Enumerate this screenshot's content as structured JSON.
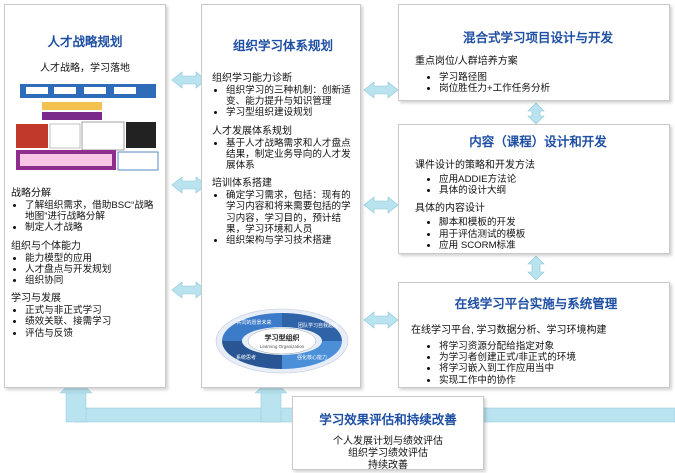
{
  "strategy": {
    "title": "人才战略规划",
    "subtitle": "人才战略，学习落地",
    "sections": [
      {
        "heading": "战略分解",
        "items": [
          "了解组织需求，借助BSC“战略地图”进行战略分解",
          "制定人才战略"
        ]
      },
      {
        "heading": "组织与个体能力",
        "items": [
          "能力模型的应用",
          "人才盘点与开发规划",
          "组织协同"
        ]
      },
      {
        "heading": "学习与发展",
        "items": [
          "正式与非正式学习",
          "绩效关联、接需学习",
          "评估与反馈"
        ]
      }
    ]
  },
  "system": {
    "title": "组织学习体系规划",
    "sections": [
      {
        "heading": "组织学习能力诊断",
        "items": [
          "组织学习的三种机制：创新适变、能力提升与知识管理",
          "学习型组织建设规划"
        ]
      },
      {
        "heading": "人才发展体系规划",
        "items": [
          "基于人才战略需求和人才盘点结果，制定业务导向的人才发展体系"
        ]
      },
      {
        "heading": "培训体系搭建",
        "items": [
          "确定学习需求，包括：现有的学习内容和将来需要包括的学习内容，学习目的，预计结果，学习环境和人员",
          "组织架构与学习技术搭建"
        ]
      }
    ],
    "cycle": {
      "center": "学习型组织",
      "center_en": "Learning Organization",
      "segments": [
        "共同的愿景未来",
        "团队学习自我超越",
        "系统思考",
        "强化核心能力"
      ]
    }
  },
  "blended": {
    "title": "混合式学习项目设计与开发",
    "sections": [
      {
        "heading": "重点岗位/人群培养方案",
        "items": [
          "学习路径图",
          "岗位胜任力+工作任务分析"
        ]
      }
    ]
  },
  "content": {
    "title": "内容（课程）设计和开发",
    "sections": [
      {
        "heading": "课件设计的策略和开发方法",
        "items": [
          "应用ADDIE方法论",
          "具体的设计大纲"
        ]
      },
      {
        "heading": "具体的内容设计",
        "items": [
          "脚本和模板的开发",
          "用于评估测试的模板",
          "应用 SCORM标准"
        ]
      }
    ]
  },
  "platform": {
    "title": "在线学习平台实施与系统管理",
    "sections": [
      {
        "heading": "在线学习平台, 学习数据分析、学习环境构建",
        "items": [
          "将学习资源分配给指定对象",
          "为学习者创建正式/非正式的环境",
          "将学习嵌入到工作应用当中",
          "实现工作中的协作"
        ]
      }
    ]
  },
  "evaluation": {
    "title": "学习效果评估和持续改善",
    "lines": [
      "个人发展计划与绩效评估",
      "组织学习绩效评估",
      "持续改善"
    ]
  },
  "colors": {
    "title_blue": "#1f4fa3",
    "flow_fill": "#b9e3ef",
    "flow_stroke": "#8cc8d8"
  }
}
